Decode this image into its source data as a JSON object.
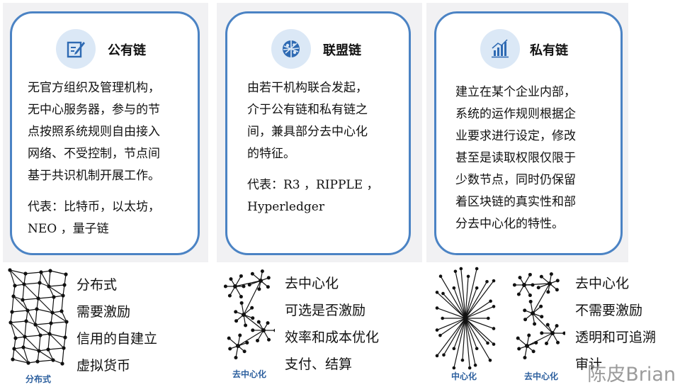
{
  "cards": [
    {
      "title": "公有链",
      "icon": "edit-document-icon",
      "desc": [
        "无官方组织及管理机构，",
        "无中心服务器，参与的节",
        "点按照系统规则自由接入",
        "网络、不受控制，节点间",
        "基于共识机制开展工作。"
      ],
      "rep": [
        "代表：比特币，以太坊，",
        "NEO ，量子链"
      ]
    },
    {
      "title": "联盟链",
      "icon": "globe-network-icon",
      "desc": [
        "由若干机构联合发起，",
        "介于公有链和私有链之",
        "间，兼具部分去中心化",
        "的特征。"
      ],
      "rep": [
        "代表：R3 ，RIPPLE ，",
        "Hyperledger"
      ]
    },
    {
      "title": "私有链",
      "icon": "bar-chart-icon",
      "desc": [
        "建立在某个企业内部，",
        "系统的运作规则根据企",
        "业要求进行设定，修改",
        "甚至是读取权限仅限于",
        "少数节点，同时仍保留",
        "着区块链的真实性和部",
        "分去中心化的特性。"
      ],
      "rep": []
    }
  ],
  "features": [
    [
      "分布式",
      "需要激励",
      "信用的自建立",
      "虚拟货币"
    ],
    [
      "去中心化",
      "可选是否激励",
      "效率和成本优化",
      "支付、结算"
    ],
    [
      "去中心化",
      "不需要激励",
      "透明和可追溯",
      "审计"
    ]
  ],
  "network_labels": {
    "distributed": "分布式",
    "decentralized_1": "去中心化",
    "centralized": "中心化",
    "decentralized_2": "去中心化"
  },
  "watermark": "陈皮Brian",
  "colors": {
    "card_border": "#4b83c4",
    "icon_bg": "#dbe8f6",
    "icon_fg": "#2e6ab3",
    "label_blue": "#2c5f9e"
  }
}
